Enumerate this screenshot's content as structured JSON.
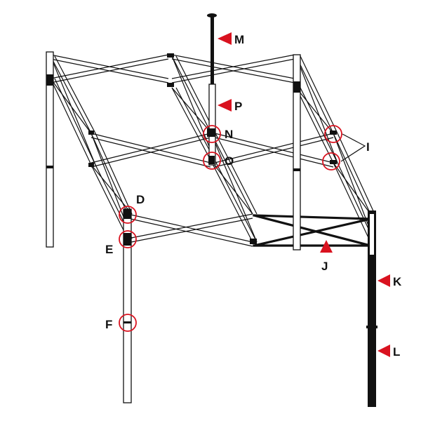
{
  "colors": {
    "line": "#111111",
    "accent": "#d9121f",
    "background": "#ffffff"
  },
  "labels": {
    "M": "M",
    "P": "P",
    "N": "N",
    "O": "O",
    "I": "I",
    "D": "D",
    "E": "E",
    "J": "J",
    "K": "K",
    "F": "F",
    "L": "L"
  }
}
